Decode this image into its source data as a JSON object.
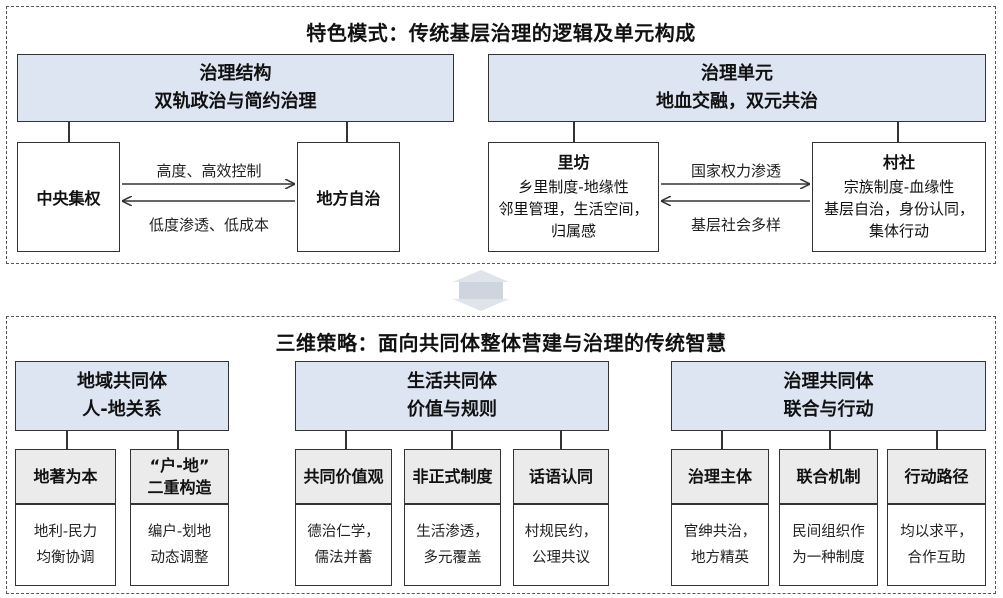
{
  "top": {
    "title": "特色模式：传统基层治理的逻辑及单元构成",
    "structure": {
      "title": "治理结构",
      "subtitle": "双轨政治与简约治理",
      "central": "中央集权",
      "local": "地方自治",
      "arrow_right": "高度、高效控制",
      "arrow_left": "低度渗透、低成本"
    },
    "unit": {
      "title": "治理单元",
      "subtitle": "地血交融，双元共治",
      "lifang": {
        "name": "里坊",
        "line1": "乡里制度-地缘性",
        "line2": "邻里管理，生活空间，",
        "line3": "归属感"
      },
      "cunshe": {
        "name": "村社",
        "line1": "宗族制度-血缘性",
        "line2": "基层自治，身份认同，",
        "line3": "集体行动"
      },
      "arrow_right": "国家权力渗透",
      "arrow_left": "基层社会多样"
    }
  },
  "bottom": {
    "title": "三维策略：面向共同体整体营建与治理的传统智慧",
    "groups": [
      {
        "title": "地域共同体",
        "subtitle": "人-地关系",
        "items": [
          {
            "head1": "地著为本",
            "head2": "",
            "body1": "地利-民力",
            "body2": "均衡协调"
          },
          {
            "head1": "“户-地”",
            "head2": "二重构造",
            "body1": "编户-划地",
            "body2": "动态调整"
          }
        ]
      },
      {
        "title": "生活共同体",
        "subtitle": "价值与规则",
        "items": [
          {
            "head1": "共同价值观",
            "head2": "",
            "body1": "德治仁学，",
            "body2": "儒法并蓄"
          },
          {
            "head1": "非正式制度",
            "head2": "",
            "body1": "生活渗透，",
            "body2": "多元覆盖"
          },
          {
            "head1": "话语认同",
            "head2": "",
            "body1": "村规民约，",
            "body2": "公理共议"
          }
        ]
      },
      {
        "title": "治理共同体",
        "subtitle": "联合与行动",
        "items": [
          {
            "head1": "治理主体",
            "head2": "",
            "body1": "官绅共治，",
            "body2": "地方精英"
          },
          {
            "head1": "联合机制",
            "head2": "",
            "body1": "民间组织作",
            "body2": "为一种制度"
          },
          {
            "head1": "行动路径",
            "head2": "",
            "body1": "均以求平，",
            "body2": "合作互助"
          }
        ]
      }
    ]
  },
  "colors": {
    "header_fill": "#dde5f3",
    "item_fill": "#ebebeb",
    "border": "#333333",
    "connector": "#d6dbe6"
  }
}
